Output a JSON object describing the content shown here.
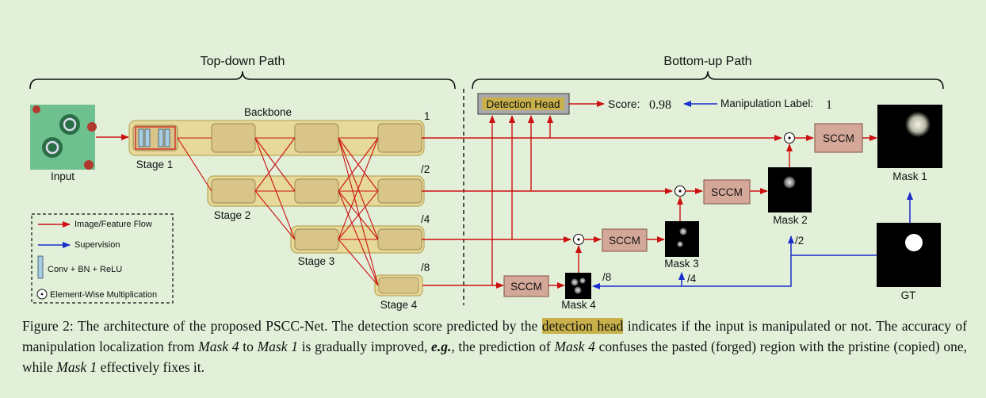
{
  "paths": {
    "top_down": "Top-down Path",
    "bottom_up": "Bottom-up Path"
  },
  "backbone": {
    "title": "Backbone",
    "stages": [
      "Stage 1",
      "Stage 2",
      "Stage 3",
      "Stage 4"
    ],
    "scales": [
      "1",
      "/2",
      "/4",
      "/8"
    ]
  },
  "input_label": "Input",
  "detection_head": "Detection Head",
  "score": {
    "label": "Score:",
    "value": "0.98"
  },
  "manipulation_label": {
    "label": "Manipulation Label:",
    "value": "1"
  },
  "sccm_label": "SCCM",
  "masks": [
    "Mask 1",
    "Mask 2",
    "Mask 3",
    "Mask 4"
  ],
  "gt_label": "GT",
  "supervision_scales": [
    "/2",
    "/4",
    "/8"
  ],
  "legend": {
    "flow": "Image/Feature Flow",
    "supervision": "Supervision",
    "conv": "Conv + BN + ReLU",
    "mult": "Element-Wise Multiplication"
  },
  "colors": {
    "flow": "#cc1111",
    "supervision": "#1a2ccc",
    "block_fill": "#d9c48a",
    "band_fill": "#e6d999",
    "sccm_fill": "#d4a898",
    "head_fill": "#a9a9a9",
    "background": "#e2f0d9"
  },
  "caption": {
    "lead": "Figure 2:",
    "t1": "The architecture of the proposed PSCC-Net. The detection score predicted by the",
    "highlight": "detection head",
    "t2": "indicates if the input is manipulated or not. The accuracy of manipulation localization from",
    "mask4": "Mask 4",
    "to": "to",
    "mask1": "Mask 1",
    "t3": "is gradually improved,",
    "eg": "e.g.",
    "t4": ", the prediction of",
    "t5": "confuses the pasted (forged) region with the pristine (copied) one, while",
    "t6": "effectively fixes it."
  }
}
